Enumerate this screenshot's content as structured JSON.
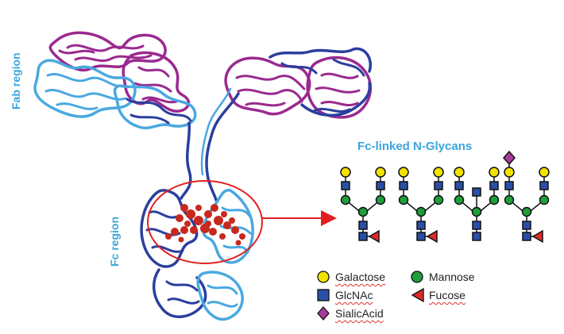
{
  "labels": {
    "fab_region": "Fab region",
    "fc_region": "Fc region",
    "glycans_title": "Fc-linked N-Glycans"
  },
  "legend": {
    "galactose": "Galactose",
    "mannose": "Mannose",
    "glcnac": "GlcNAc",
    "fucose": "Fucose",
    "sialic_acid": "SialicAcid"
  },
  "colors": {
    "label_blue": "#3aa6dc",
    "heavy_chain": "#2b3f9e",
    "light_chain_blue": "#4aa8e0",
    "light_chain_purple": "#9a2a8f",
    "glycan_red": "#c8281e",
    "galactose": "#f2e200",
    "mannose": "#1f9e3a",
    "glcnac": "#2a4fa8",
    "fucose": "#e02a2a",
    "sialic_acid": "#a63c9c",
    "arrow": "#e02020"
  }
}
